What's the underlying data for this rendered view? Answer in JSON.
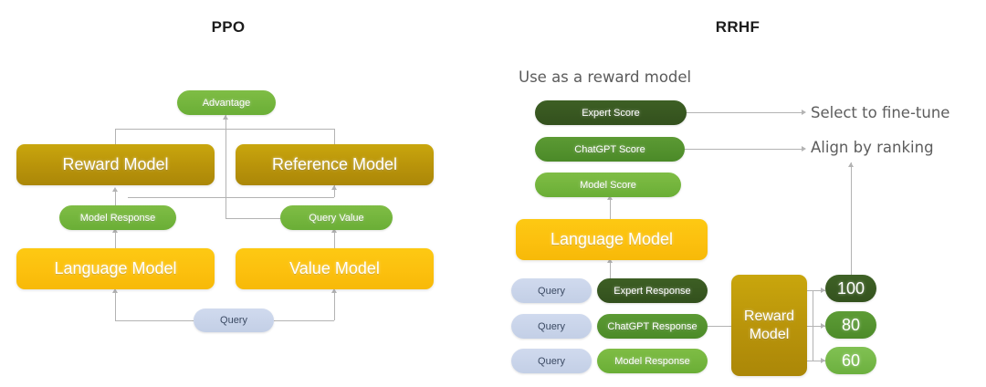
{
  "panels": {
    "ppo": {
      "title": "PPO",
      "nodes": {
        "advantage": "Advantage",
        "reward_model": "Reward Model",
        "reference_model": "Reference Model",
        "model_response": "Model Response",
        "query_value": "Query Value",
        "language_model": "Language Model",
        "value_model": "Value Model",
        "query": "Query"
      }
    },
    "rrhf": {
      "title": "RRHF",
      "caption": "Use as a reward model",
      "scores": {
        "expert": "Expert Score",
        "chatgpt": "ChatGPT Score",
        "model": "Model Score"
      },
      "annotations": {
        "select": "Select to fine-tune",
        "align": "Align by ranking"
      },
      "language_model": "Language Model",
      "reward_model_line1": "Reward",
      "reward_model_line2": "Model",
      "rows": [
        {
          "query": "Query",
          "response": "Expert Response",
          "score": "100"
        },
        {
          "query": "Query",
          "response": "ChatGPT Response",
          "score": "80"
        },
        {
          "query": "Query",
          "response": "Model Response",
          "score": "60"
        }
      ]
    }
  },
  "colors": {
    "gold": "#b8930a",
    "amber": "#fcc00e",
    "green_light": "#6cb03f",
    "green_mid": "#4d8b2a",
    "green_dark": "#34521e",
    "blue": "#c3cfe6",
    "connector": "#b3b3b3",
    "text_gray": "#5b5b5b"
  }
}
